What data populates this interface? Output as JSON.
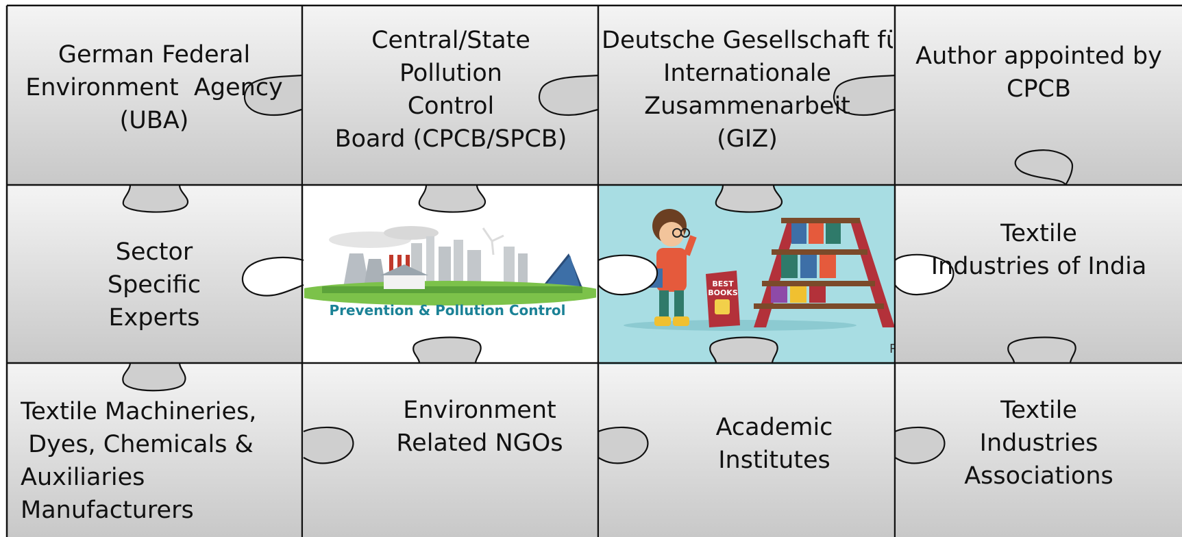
{
  "pieces": {
    "uba": "German Federal\nEnvironment  Agency\n(UBA)",
    "cpcb": "Central/State\nPollution\nControl\nBoard (CPCB/SPCB)",
    "giz": "Deutsche Gesellschaft für\nInternationale\nZusammenarbeit\n(GIZ)",
    "author": "Author appointed by\nCPCB",
    "experts": "Sector\nSpecific\nExperts",
    "textile_india": "Textile\nIndustries of India",
    "manufacturers": "Textile Machineries,\n Dyes, Chemicals &\nAuxiliaries\nManufacturers",
    "ngos": "Environment\nRelated NGOs",
    "academic": "Academic\nInstitutes",
    "associations": "Textile\nIndustries\nAssociations"
  },
  "illustrations": {
    "pollution_caption": "Prevention & Pollution Control",
    "books_sign": "BEST\nBOOKS",
    "corner_mark": "R"
  },
  "colors": {
    "piece_light": "#f3f3f3",
    "piece_dark": "#c9c9c9",
    "outline": "#111111",
    "caption": "#1b8296",
    "books_bg": "#a8dde3"
  }
}
